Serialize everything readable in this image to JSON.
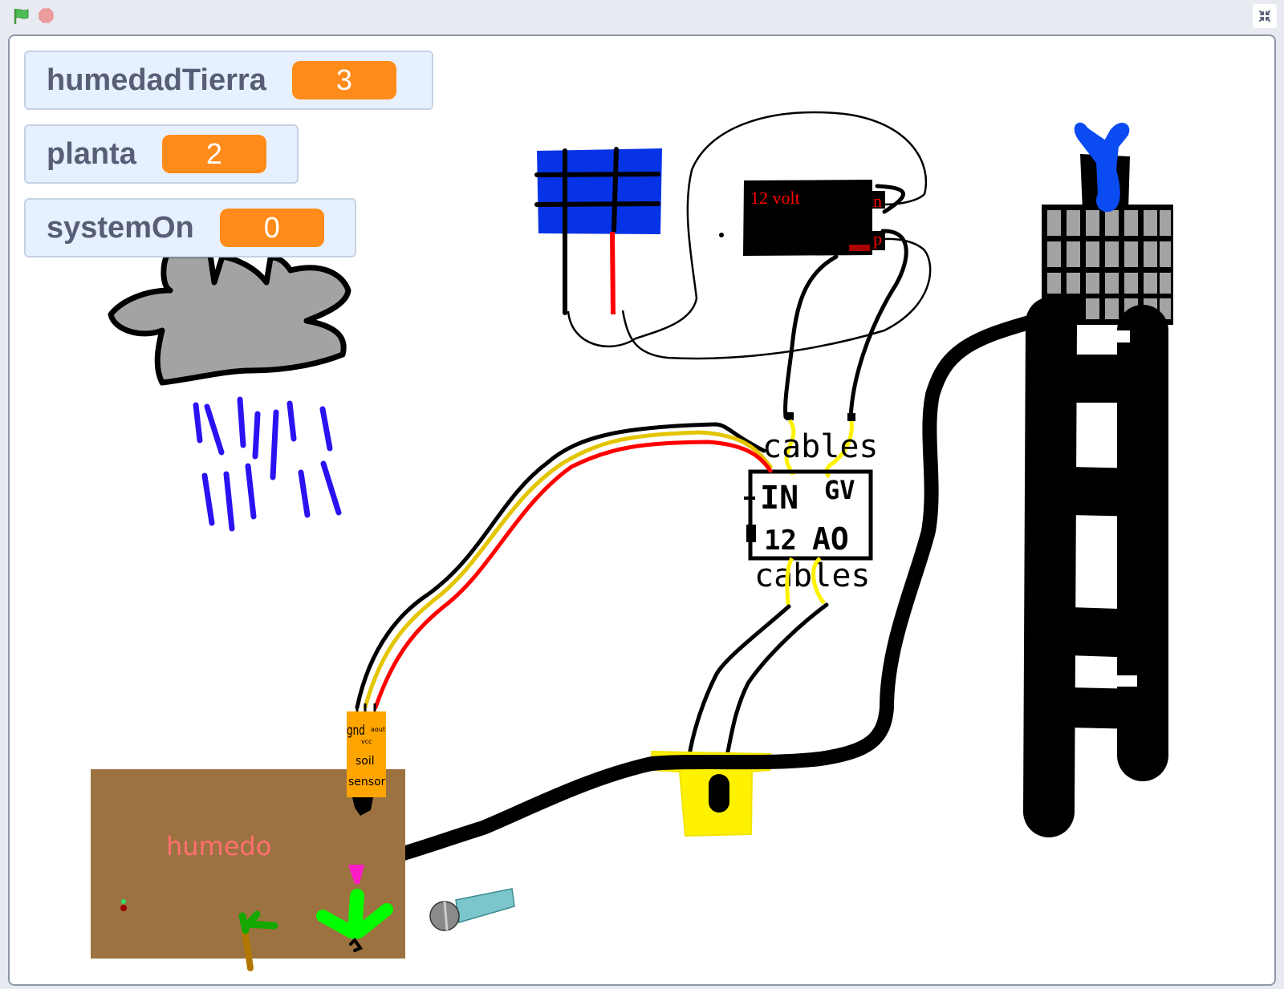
{
  "toolbar": {
    "green_flag_icon": "green-flag-icon",
    "stop_icon": "stop-sign-icon",
    "fullscreen_icon": "exit-fullscreen-icon"
  },
  "monitors": [
    {
      "label": "humedadTierra",
      "value": "3"
    },
    {
      "label": "planta",
      "value": "2"
    },
    {
      "label": "systemOn",
      "value": "0"
    }
  ],
  "sprites": {
    "battery": {
      "label": "12 volt",
      "terminal_n": "n",
      "terminal_p": "p"
    },
    "relay": {
      "top_label": "cables",
      "bottom_label": "cables",
      "pin_in": "IN",
      "pin_gv": "GV",
      "pin_12": "12",
      "pin_ao": "AO"
    },
    "soil_sensor": {
      "pin_gnd": "gnd",
      "pin_vcc": "vcc",
      "pin_aout": "aout",
      "line1": "soil",
      "line2": "sensor"
    },
    "soil": {
      "status_text": "humedo"
    }
  },
  "colors": {
    "accent_orange": "#ff8c1a",
    "monitor_bg": "#e6f0ff",
    "monitor_label": "#575e75",
    "soil_brown": "#9c7240",
    "status_text": "#ff6f6f",
    "solar_blue": "#0733e6",
    "rain_blue": "#2b12f2",
    "tank_blue": "#0b4cf2"
  }
}
